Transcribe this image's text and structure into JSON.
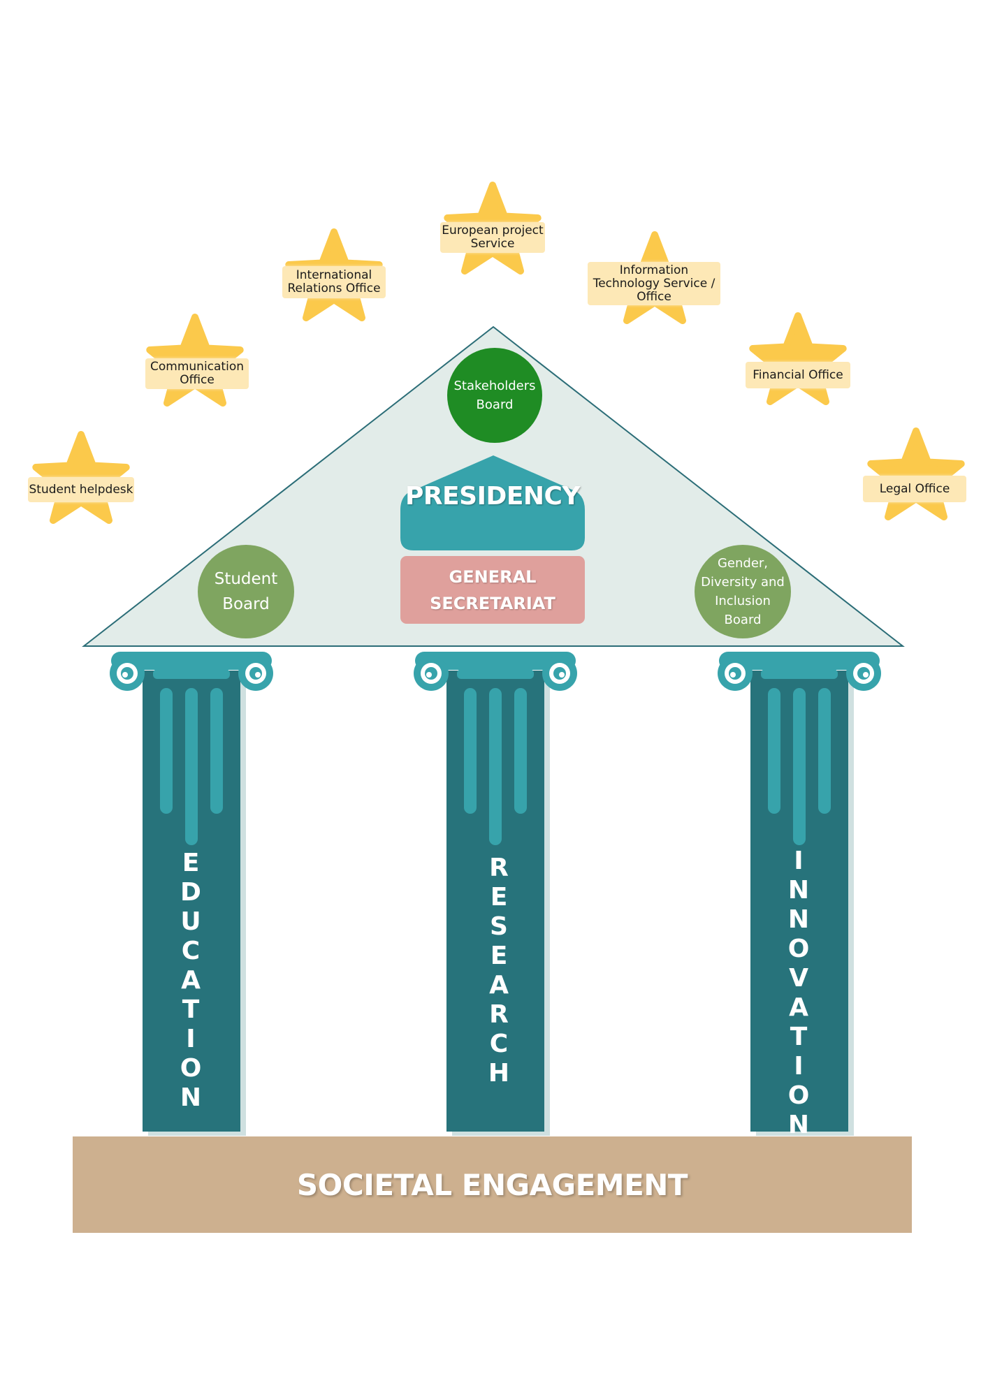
{
  "colors": {
    "star": "#fbc94b",
    "star_label_bg": "#fde8b6",
    "pediment_fill": "#e2ece9",
    "pediment_stroke": "#2b6d77",
    "teal": "#37a3ab",
    "teal_dark": "#27737b",
    "green": "#1f8c24",
    "sage": "#7fa560",
    "rose": "#dfa09c",
    "sand": "#cdb08f"
  },
  "stars": [
    {
      "icon": "star-icon",
      "label": "Student helpdesk"
    },
    {
      "icon": "star-icon",
      "label": "Communication Office"
    },
    {
      "icon": "star-icon",
      "label": "International Relations Office"
    },
    {
      "icon": "star-icon",
      "label": "European project Service"
    },
    {
      "icon": "star-icon",
      "label": "Information Technology Service / Office"
    },
    {
      "icon": "star-icon",
      "label": "Financial Office"
    },
    {
      "icon": "star-icon",
      "label": "Legal Office"
    }
  ],
  "pediment": {
    "stakeholders_board": "Stakeholders Board",
    "presidency": "PRESIDENCY",
    "general_secretariat": {
      "line1": "GENERAL",
      "line2": "SECRETARIAT"
    },
    "student_board": "Student Board",
    "gender_board": "Gender, Diversity and Inclusion Board"
  },
  "pillars": [
    {
      "label": "EDUCATION"
    },
    {
      "label": "RESEARCH"
    },
    {
      "label": "INNOVATION"
    }
  ],
  "foundation": "SOCIETAL ENGAGEMENT"
}
